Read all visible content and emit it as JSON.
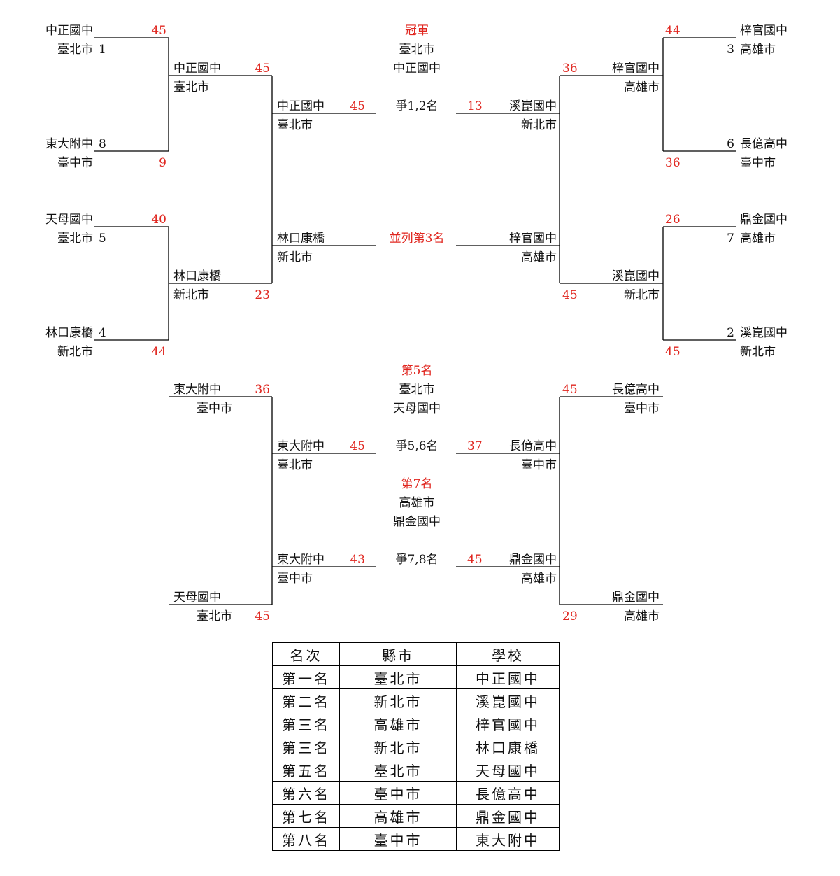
{
  "bracket": {
    "left_r1": [
      {
        "school": "中正國中",
        "city": "臺北市",
        "seed": "1",
        "score": "45"
      },
      {
        "school": "東大附中",
        "city": "臺中市",
        "seed": "8",
        "score": "9"
      },
      {
        "school": "天母國中",
        "city": "臺北市",
        "seed": "5",
        "score": "40"
      },
      {
        "school": "林口康橋",
        "city": "新北市",
        "seed": "4",
        "score": "44"
      }
    ],
    "left_r2": [
      {
        "school": "中正國中",
        "city": "臺北市",
        "score": "45"
      },
      {
        "school": "林口康橋",
        "city": "新北市",
        "score": "23"
      }
    ],
    "left_r3": [
      {
        "school": "中正國中",
        "city": "臺北市",
        "score": "45"
      },
      {
        "school": "林口康橋",
        "city": "新北市"
      }
    ],
    "right_r1": [
      {
        "school": "梓官國中",
        "city": "高雄市",
        "seed": "3",
        "score": "44"
      },
      {
        "school": "長億高中",
        "city": "臺中市",
        "seed": "6",
        "score": "36"
      },
      {
        "school": "鼎金國中",
        "city": "高雄市",
        "seed": "7",
        "score": "26"
      },
      {
        "school": "溪崑國中",
        "city": "新北市",
        "seed": "2",
        "score": "45"
      }
    ],
    "right_r2": [
      {
        "school": "梓官國中",
        "city": "高雄市",
        "score": "36"
      },
      {
        "school": "溪崑國中",
        "city": "新北市",
        "score": "45"
      }
    ],
    "right_r3": [
      {
        "school": "溪崑國中",
        "city": "新北市",
        "score": "13"
      },
      {
        "school": "梓官國中",
        "city": "高雄市"
      }
    ],
    "champion": {
      "title": "冠軍",
      "city": "臺北市",
      "school": "中正國中",
      "match": "爭1,2名"
    },
    "third": {
      "title": "並列第3名"
    }
  },
  "classification": {
    "left_entry": [
      {
        "school": "東大附中",
        "city": "臺中市",
        "score": "36"
      },
      {
        "school": "天母國中",
        "city": "臺北市",
        "score": "45"
      }
    ],
    "right_entry": [
      {
        "school": "長億高中",
        "city": "臺中市",
        "score": "45"
      },
      {
        "school": "鼎金國中",
        "city": "高雄市",
        "score": "29"
      }
    ],
    "fifth": {
      "title": "第5名",
      "city": "臺北市",
      "school": "天母國中",
      "match": "爭5,6名",
      "left": {
        "school": "東大附中",
        "city": "臺北市",
        "score": "45"
      },
      "right": {
        "school": "長億高中",
        "city": "臺中市",
        "score": "37"
      }
    },
    "seventh": {
      "title": "第7名",
      "city": "高雄市",
      "school": "鼎金國中",
      "match": "爭7,8名",
      "left": {
        "school": "東大附中",
        "city": "臺中市",
        "score": "43"
      },
      "right": {
        "school": "鼎金國中",
        "city": "高雄市",
        "score": "45"
      }
    }
  },
  "standings": {
    "headers": [
      "名次",
      "縣市",
      "學校"
    ],
    "rows": [
      [
        "第一名",
        "臺北市",
        "中正國中"
      ],
      [
        "第二名",
        "新北市",
        "溪崑國中"
      ],
      [
        "第三名",
        "高雄市",
        "梓官國中"
      ],
      [
        "第三名",
        "新北市",
        "林口康橋"
      ],
      [
        "第五名",
        "臺北市",
        "天母國中"
      ],
      [
        "第六名",
        "臺中市",
        "長億高中"
      ],
      [
        "第七名",
        "高雄市",
        "鼎金國中"
      ],
      [
        "第八名",
        "臺中市",
        "東大附中"
      ]
    ]
  },
  "colors": {
    "score": "#e0261f",
    "text": "#111111",
    "line": "#000000"
  }
}
